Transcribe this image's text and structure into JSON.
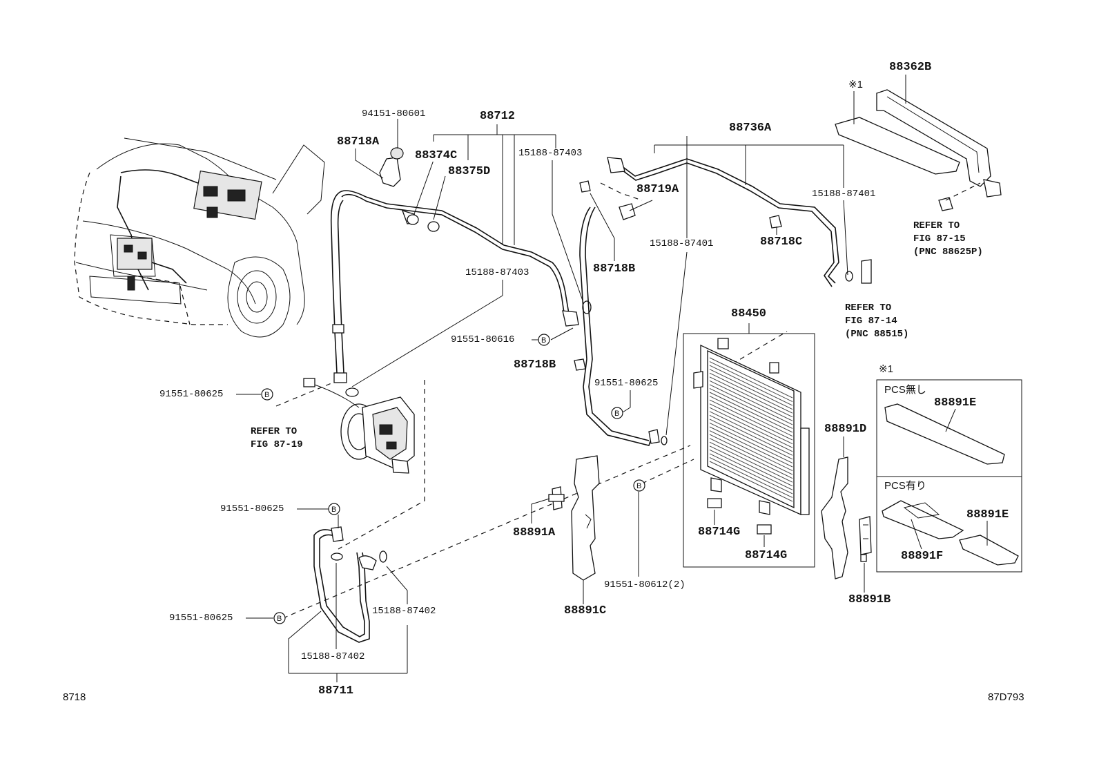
{
  "diagram": {
    "figure_code_left": "8718",
    "figure_code_right": "87D793",
    "badge": "B",
    "note_mark": "※1",
    "parts": {
      "p88362B": "88362B",
      "p88712": "88712",
      "p94151_80601": "94151-80601",
      "p88718A": "88718A",
      "p88374C": "88374C",
      "p88375D": "88375D",
      "p15188_87403_a": "15188-87403",
      "p15188_87403_b": "15188-87403",
      "p88736A": "88736A",
      "p88719A": "88719A",
      "p15188_87401_a": "15188-87401",
      "p15188_87401_b": "15188-87401",
      "p88718C": "88718C",
      "p88718B_a": "88718B",
      "p88718B_b": "88718B",
      "p91551_80616": "91551-80616",
      "p88450": "88450",
      "p91551_80625_a": "91551-80625",
      "p91551_80625_b": "91551-80625",
      "p91551_80625_c": "91551-80625",
      "p91551_80625_d": "91551-80625",
      "p88891D": "88891D",
      "p88891E_a": "88891E",
      "p88891E_b": "88891E",
      "p88891F": "88891F",
      "p88891A": "88891A",
      "p88714G_a": "88714G",
      "p88714G_b": "88714G",
      "p88891C": "88891C",
      "p91551_80612": "91551-80612(2)",
      "p88891B": "88891B",
      "p15188_87402_a": "15188-87402",
      "p15188_87402_b": "15188-87402",
      "p88711": "88711"
    },
    "refs": {
      "fig87_15": {
        "line1": "REFER TO",
        "line2": "FIG 87-15",
        "line3": "(PNC 88625P)"
      },
      "fig87_14": {
        "line1": "REFER TO",
        "line2": "FIG 87-14",
        "line3": "(PNC 88515)"
      },
      "fig87_19": {
        "line1": "REFER TO",
        "line2": "FIG 87-19"
      }
    },
    "inset": {
      "without_pcs": "PCS無し",
      "with_pcs": "PCS有り"
    }
  }
}
